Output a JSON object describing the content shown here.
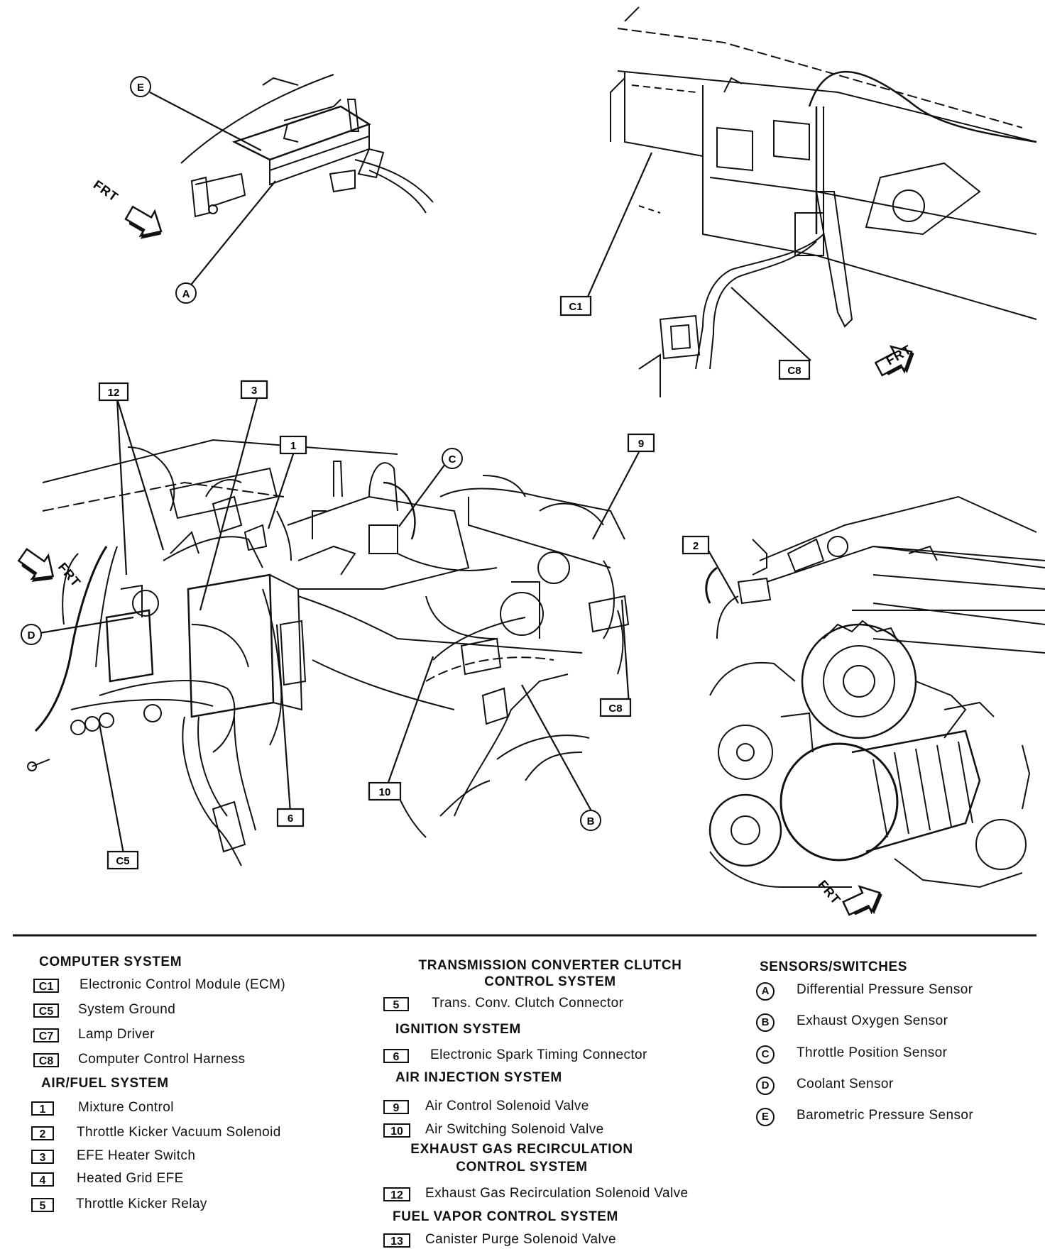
{
  "callouts": {
    "E": "E",
    "A": "A",
    "C1": "C1",
    "C8_top": "C8",
    "frt": "FRT",
    "n12": "12",
    "n3": "3",
    "n1": "1",
    "C": "C",
    "n9": "9",
    "n2": "2",
    "D": "D",
    "C8_mid": "C8",
    "n10": "10",
    "n6": "6",
    "B": "B",
    "C5": "C5"
  },
  "legend": {
    "computer": {
      "heading": "COMPUTER SYSTEM",
      "items": [
        {
          "code": "C1",
          "label": "Electronic Control Module (ECM)"
        },
        {
          "code": "C5",
          "label": "System Ground"
        },
        {
          "code": "C7",
          "label": "Lamp Driver"
        },
        {
          "code": "C8",
          "label": "Computer Control Harness"
        }
      ]
    },
    "airfuel": {
      "heading": "AIR/FUEL SYSTEM",
      "items": [
        {
          "code": "1",
          "label": "Mixture Control"
        },
        {
          "code": "2",
          "label": "Throttle Kicker Vacuum Solenoid"
        },
        {
          "code": "3",
          "label": "EFE Heater Switch"
        },
        {
          "code": "4",
          "label": "Heated Grid EFE"
        },
        {
          "code": "5",
          "label": "Throttle Kicker Relay"
        }
      ]
    },
    "tcc": {
      "heading_line1": "TRANSMISSION CONVERTER CLUTCH",
      "heading_line2": "CONTROL SYSTEM",
      "items": [
        {
          "code": "5",
          "label": "Trans. Conv. Clutch Connector"
        }
      ]
    },
    "ignition": {
      "heading": "IGNITION SYSTEM",
      "items": [
        {
          "code": "6",
          "label": "Electronic Spark Timing Connector"
        }
      ]
    },
    "airinj": {
      "heading": "AIR INJECTION SYSTEM",
      "items": [
        {
          "code": "9",
          "label": "Air Control Solenoid Valve"
        },
        {
          "code": "10",
          "label": "Air Switching Solenoid Valve"
        }
      ]
    },
    "egr": {
      "heading_line1": "EXHAUST GAS RECIRCULATION",
      "heading_line2": "CONTROL SYSTEM",
      "items": [
        {
          "code": "12",
          "label": "Exhaust Gas Recirculation Solenoid Valve"
        }
      ]
    },
    "fuelvapor": {
      "heading": "FUEL VAPOR CONTROL SYSTEM",
      "items": [
        {
          "code": "13",
          "label": "Canister Purge Solenoid Valve"
        }
      ]
    },
    "sensors": {
      "heading": "SENSORS/SWITCHES",
      "items": [
        {
          "code": "A",
          "label": "Differential Pressure Sensor"
        },
        {
          "code": "B",
          "label": "Exhaust Oxygen Sensor"
        },
        {
          "code": "C",
          "label": "Throttle Position Sensor"
        },
        {
          "code": "D",
          "label": "Coolant Sensor"
        },
        {
          "code": "E",
          "label": "Barometric Pressure Sensor"
        }
      ]
    }
  }
}
